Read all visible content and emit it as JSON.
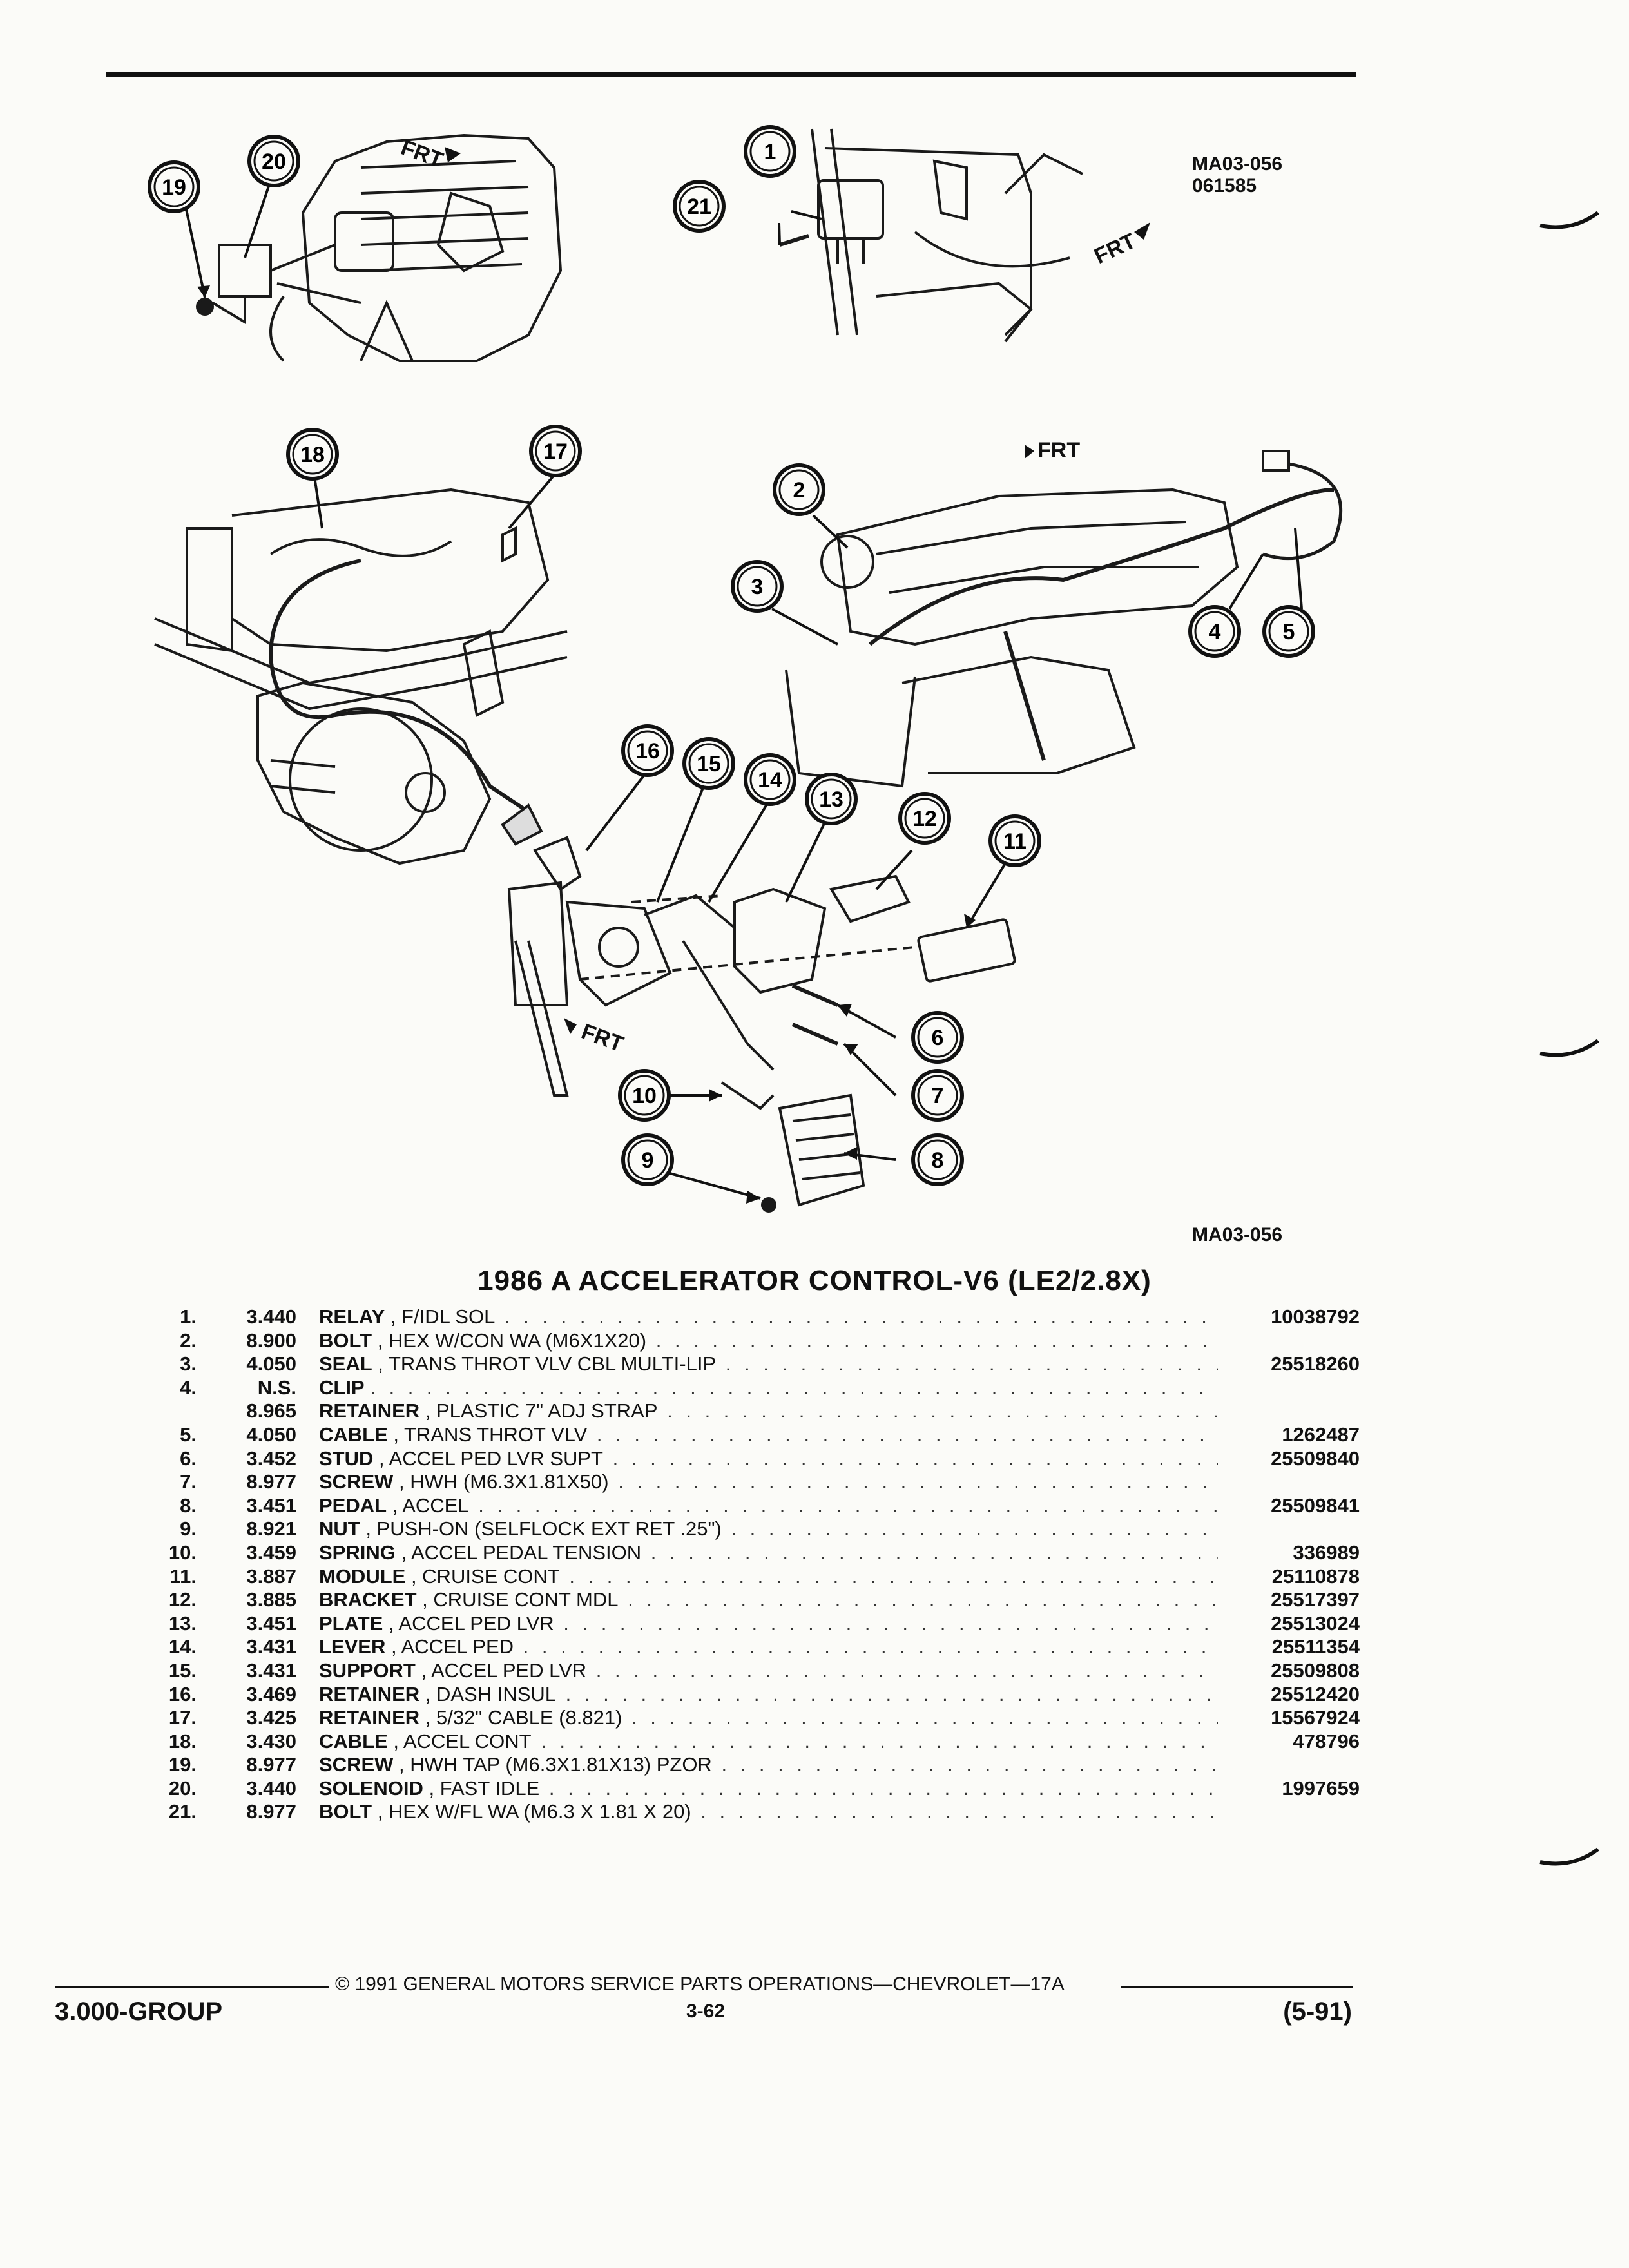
{
  "header": {
    "ref_top": "MA03-056",
    "ref_top_sub": "061585",
    "ref_bottom": "MA03-056"
  },
  "diagram": {
    "frt_label": "FRT",
    "callouts": [
      "1",
      "2",
      "3",
      "4",
      "5",
      "6",
      "7",
      "8",
      "9",
      "10",
      "11",
      "12",
      "13",
      "14",
      "15",
      "16",
      "17",
      "18",
      "19",
      "20",
      "21"
    ]
  },
  "title": "1986 A ACCELERATOR CONTROL-V6 (LE2/2.8X)",
  "parts": [
    {
      "num": "1.",
      "code": "3.440",
      "name": "RELAY",
      "desc": ", F/IDL SOL",
      "pn": "10038792"
    },
    {
      "num": "2.",
      "code": "8.900",
      "name": "BOLT",
      "desc": ", HEX W/CON WA (M6X1X20)",
      "pn": ""
    },
    {
      "num": "3.",
      "code": "4.050",
      "name": "SEAL",
      "desc": ", TRANS THROT VLV CBL MULTI-LIP",
      "pn": "25518260"
    },
    {
      "num": "4.",
      "code": "N.S.",
      "name": "CLIP",
      "desc": "",
      "pn": ""
    },
    {
      "num": "",
      "code": "8.965",
      "name": "RETAINER",
      "desc": ", PLASTIC 7\" ADJ STRAP",
      "pn": ""
    },
    {
      "num": "5.",
      "code": "4.050",
      "name": "CABLE",
      "desc": ", TRANS THROT VLV",
      "pn": "1262487"
    },
    {
      "num": "6.",
      "code": "3.452",
      "name": "STUD",
      "desc": ", ACCEL PED LVR SUPT",
      "pn": "25509840"
    },
    {
      "num": "7.",
      "code": "8.977",
      "name": "SCREW",
      "desc": ", HWH (M6.3X1.81X50)",
      "pn": ""
    },
    {
      "num": "8.",
      "code": "3.451",
      "name": "PEDAL",
      "desc": ", ACCEL",
      "pn": "25509841"
    },
    {
      "num": "9.",
      "code": "8.921",
      "name": "NUT",
      "desc": ", PUSH-ON (SELFLOCK EXT RET .25\")",
      "pn": ""
    },
    {
      "num": "10.",
      "code": "3.459",
      "name": "SPRING",
      "desc": ", ACCEL PEDAL TENSION",
      "pn": "336989"
    },
    {
      "num": "11.",
      "code": "3.887",
      "name": "MODULE",
      "desc": ", CRUISE CONT",
      "pn": "25110878"
    },
    {
      "num": "12.",
      "code": "3.885",
      "name": "BRACKET",
      "desc": ", CRUISE CONT MDL",
      "pn": "25517397"
    },
    {
      "num": "13.",
      "code": "3.451",
      "name": "PLATE",
      "desc": ", ACCEL PED LVR",
      "pn": "25513024"
    },
    {
      "num": "14.",
      "code": "3.431",
      "name": "LEVER",
      "desc": ", ACCEL PED",
      "pn": "25511354"
    },
    {
      "num": "15.",
      "code": "3.431",
      "name": "SUPPORT",
      "desc": ", ACCEL PED LVR",
      "pn": "25509808"
    },
    {
      "num": "16.",
      "code": "3.469",
      "name": "RETAINER",
      "desc": ", DASH INSUL",
      "pn": "25512420"
    },
    {
      "num": "17.",
      "code": "3.425",
      "name": "RETAINER",
      "desc": ", 5/32\" CABLE (8.821)",
      "pn": "15567924"
    },
    {
      "num": "18.",
      "code": "3.430",
      "name": "CABLE",
      "desc": ", ACCEL CONT",
      "pn": "478796"
    },
    {
      "num": "19.",
      "code": "8.977",
      "name": "SCREW",
      "desc": ", HWH TAP (M6.3X1.81X13) PZOR",
      "pn": ""
    },
    {
      "num": "20.",
      "code": "3.440",
      "name": "SOLENOID",
      "desc": ", FAST IDLE",
      "pn": "1997659"
    },
    {
      "num": "21.",
      "code": "8.977",
      "name": "BOLT",
      "desc": ", HEX W/FL WA (M6.3 X 1.81 X 20)",
      "pn": ""
    }
  ],
  "footer": {
    "group": "3.000-GROUP",
    "copyright": "© 1991 GENERAL MOTORS SERVICE PARTS OPERATIONS—CHEVROLET—17A",
    "page": "3-62",
    "date_code": "(5-91)"
  }
}
